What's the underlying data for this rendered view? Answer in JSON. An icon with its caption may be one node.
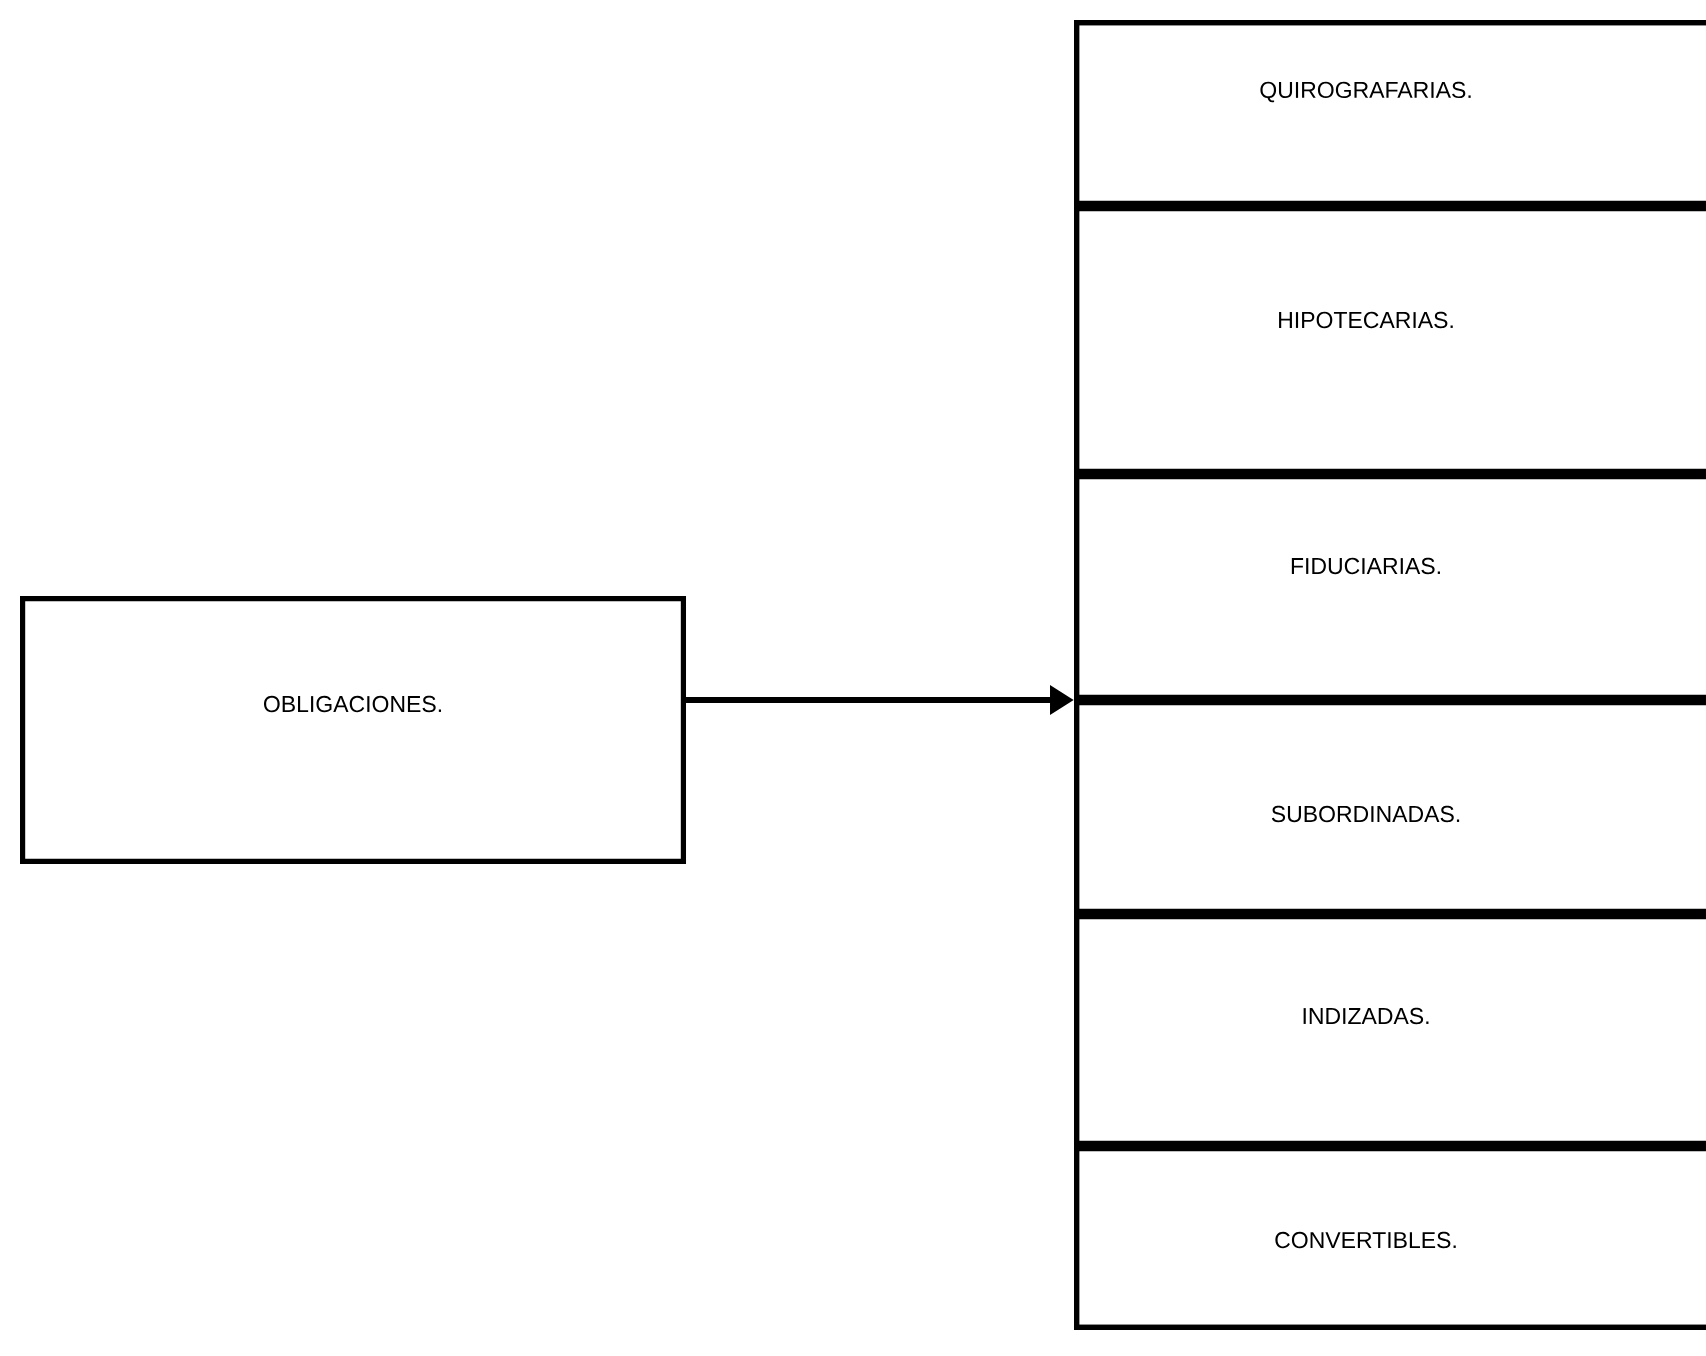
{
  "diagram": {
    "nodes": [
      {
        "text": [
          "OBLIGACIONES."
        ]
      },
      {
        "text": [],
        "shape": "box"
      },
      {
        "text": [
          "QUIROGRAFARIAS."
        ],
        "in": 1
      },
      {
        "text": [
          "HIPOTECARIAS."
        ],
        "in": 1
      },
      {
        "text": [
          "FIDUCIARIAS."
        ],
        "in": 1
      },
      {
        "text": [
          "SUBORDINADAS."
        ],
        "in": 1
      },
      {
        "text": [
          "INDIZADAS."
        ],
        "in": 1
      },
      {
        "text": [
          "CONVERTIBLES."
        ],
        "in": 1
      }
    ],
    "edges": [
      {
        "from": 0,
        "to": 1,
        "arrow": "to"
      }
    ]
  }
}
